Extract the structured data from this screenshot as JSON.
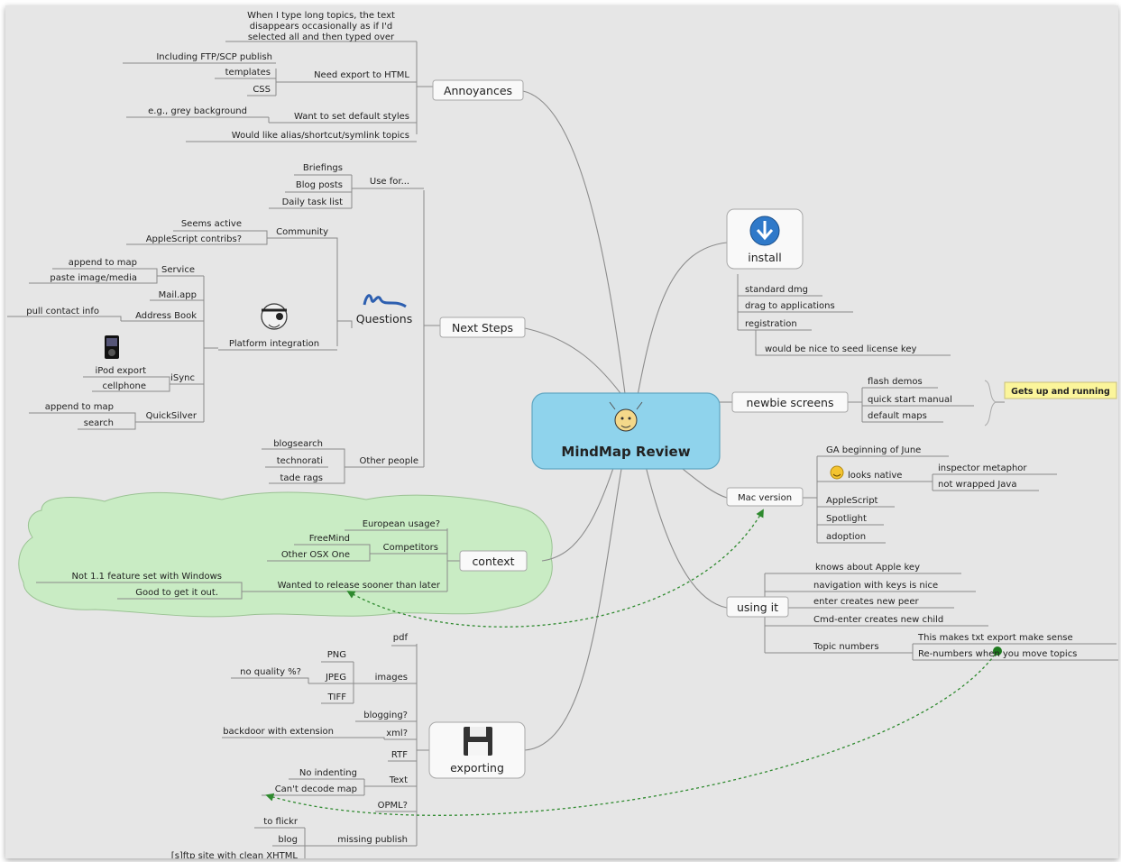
{
  "central": {
    "label": "MindMap Review"
  },
  "annoyances": {
    "label": "Annoyances",
    "items": [
      "When I type long topics, the text",
      "disappears occasionally as if I'd",
      "selected all and then typed over",
      "Including FTP/SCP publish",
      "templates",
      "CSS",
      "Need export to HTML",
      "e.g., grey background",
      "Want to set default styles",
      "Would like alias/shortcut/symlink topics"
    ]
  },
  "next_steps": {
    "label": "Next Steps",
    "questions": "Questions",
    "use_for": {
      "label": "Use for...",
      "items": [
        "Briefings",
        "Blog posts",
        "Daily task list"
      ]
    },
    "community": {
      "label": "Community",
      "items": [
        "Seems active",
        "AppleScript contribs?"
      ]
    },
    "platform": {
      "label": "Platform integration",
      "service": "Service",
      "service_items": [
        "append to map",
        "paste image/media"
      ],
      "mail": "Mail.app",
      "address_book": "Address Book",
      "contact": "pull contact info",
      "isync": "iSync",
      "isync_items": [
        "iPod export",
        "cellphone"
      ],
      "quicksilver": "QuickSilver",
      "qs_items": [
        "append to map",
        "search"
      ]
    },
    "other_people": {
      "label": "Other people",
      "items": [
        "blogsearch",
        "technorati",
        "tade rags"
      ]
    }
  },
  "context": {
    "label": "context",
    "european": "European usage?",
    "competitors": "Competitors",
    "comp_items": [
      "FreeMind",
      "Other OSX One"
    ],
    "wanted": "Wanted to release sooner than later",
    "wanted_items": [
      "Not 1.1 feature set with Windows",
      "Good to get it out."
    ]
  },
  "exporting": {
    "label": "exporting",
    "pdf": "pdf",
    "images": "images",
    "image_items": [
      "PNG",
      "JPEG",
      "TIFF"
    ],
    "no_quality": "no quality %?",
    "blogging": "blogging?",
    "xml": "xml?",
    "backdoor": "backdoor with extension",
    "rtf": "RTF",
    "text": "Text",
    "text_items": [
      "No indenting",
      "Can't decode map"
    ],
    "opml": "OPML?",
    "missing": "missing publish",
    "missing_items": [
      "to flickr",
      "blog",
      "[s]ftp site with clean XHTML"
    ]
  },
  "install": {
    "label": "install",
    "items": [
      "standard dmg",
      "drag to applications",
      "registration"
    ],
    "license": "would be nice to seed license key"
  },
  "newbie": {
    "label": "newbie screens",
    "items": [
      "flash demos",
      "quick start manual",
      "default maps"
    ],
    "callout": "Gets up and running"
  },
  "mac": {
    "label": "Mac version",
    "ga": "GA beginning of June",
    "native": "looks native",
    "native_items": [
      "inspector metaphor",
      "not wrapped Java"
    ],
    "items": [
      "AppleScript",
      "Spotlight",
      "adoption"
    ]
  },
  "using": {
    "label": "using it",
    "items": [
      "knows about Apple key",
      "navigation with keys is nice",
      "enter creates new peer",
      "Cmd-enter creates new child"
    ],
    "topic_numbers": "Topic numbers",
    "topic_items": [
      "This makes txt export make sense",
      "Re-numbers when you move topics"
    ]
  },
  "colors": {
    "central": "#8fd3ec",
    "cloud": "#c9ecc4",
    "relation": "#2f8a2f",
    "callout": "#fbf59b"
  }
}
